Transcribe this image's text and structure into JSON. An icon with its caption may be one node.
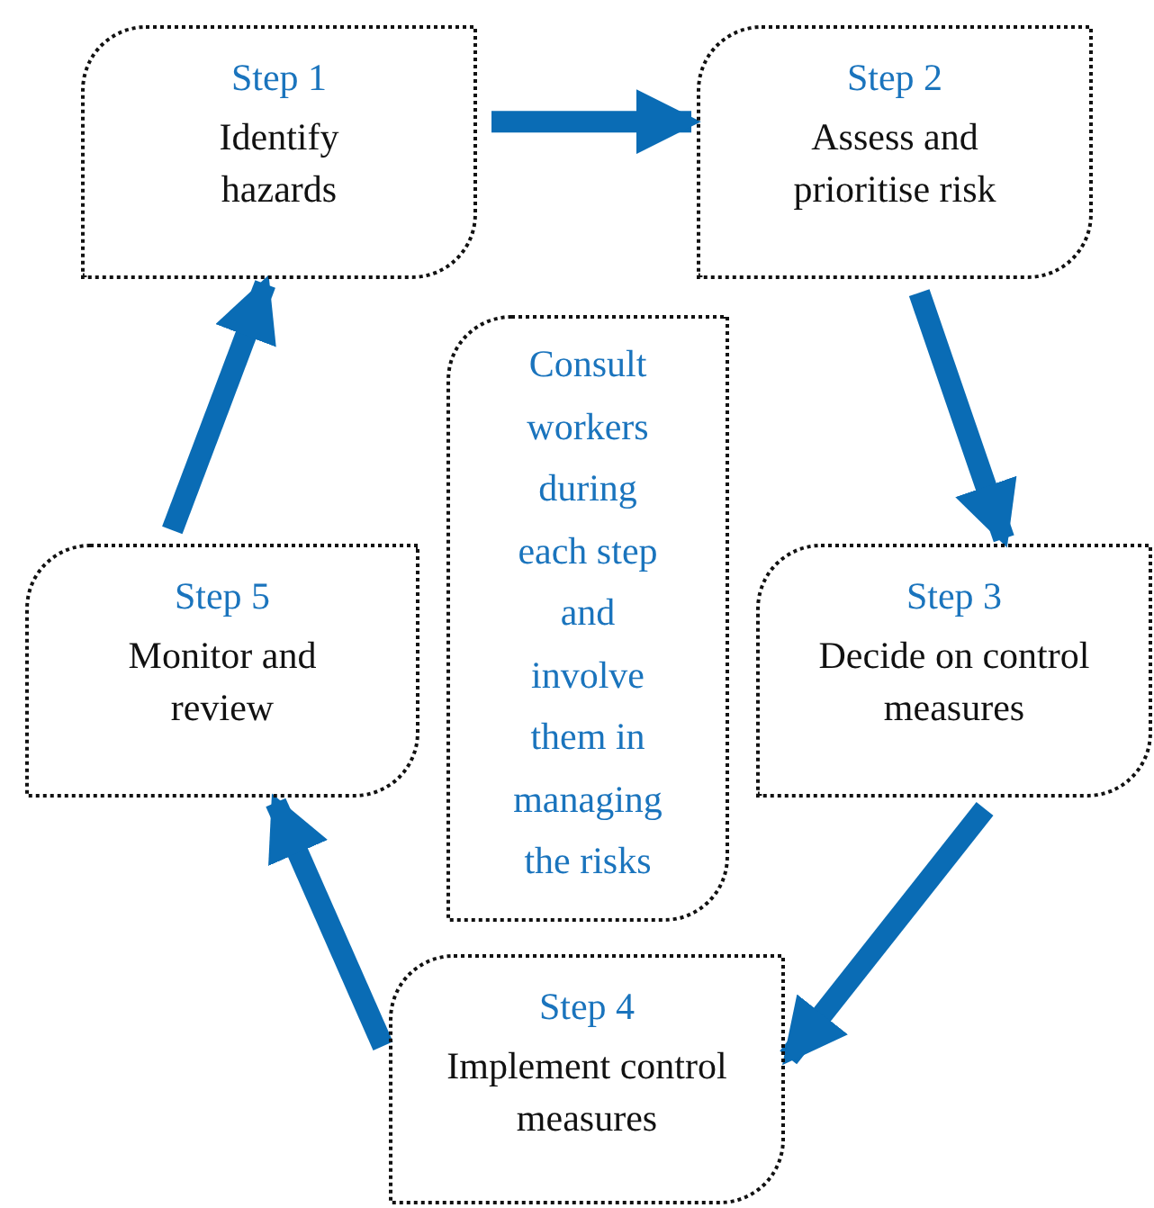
{
  "diagram": {
    "nodes": [
      {
        "text": [
          "Step 1",
          "Identify hazards"
        ]
      },
      {
        "text": [
          "Step 2",
          "Assess and prioritise risk"
        ]
      },
      {
        "text": [
          "Step 3",
          "Decide on control measures"
        ]
      },
      {
        "text": [
          "Step 4",
          "Implement control measures"
        ]
      },
      {
        "text": [
          "Step 5",
          "Monitor and review"
        ]
      },
      {
        "text": [
          "Consult workers during each step and involve them in managing the risks"
        ]
      }
    ],
    "edges": [
      {
        "from": 0,
        "to": 1,
        "arrow": "to"
      },
      {
        "from": 1,
        "to": 2,
        "arrow": "to"
      },
      {
        "from": 2,
        "to": 3,
        "arrow": "to"
      },
      {
        "from": 3,
        "to": 4,
        "arrow": "to"
      },
      {
        "from": 4,
        "to": 0,
        "arrow": "to"
      }
    ]
  }
}
